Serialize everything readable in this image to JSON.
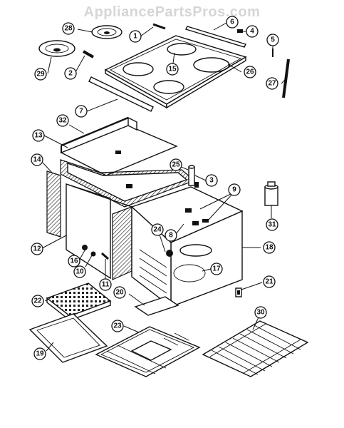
{
  "watermark": "AppliancePartsPros.com",
  "callouts": [
    "1",
    "2",
    "3",
    "4",
    "5",
    "6",
    "7",
    "8",
    "9",
    "10",
    "11",
    "12",
    "13",
    "14",
    "15",
    "16",
    "17",
    "18",
    "19",
    "20",
    "21",
    "22",
    "23",
    "24",
    "25",
    "26",
    "27",
    "28",
    "29",
    "30",
    "31",
    "32"
  ]
}
